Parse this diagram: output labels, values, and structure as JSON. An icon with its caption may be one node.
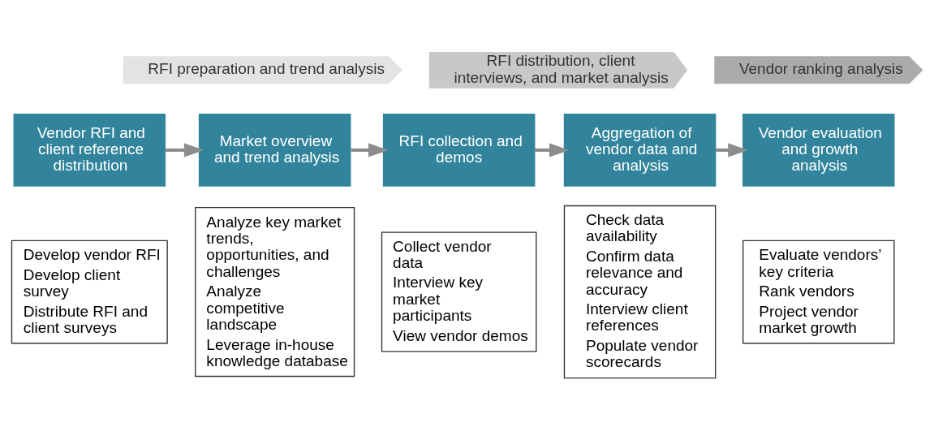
{
  "diagram": {
    "nodes": [
      {
        "text": [
          "RFI preparation and trend analysis"
        ]
      },
      {
        "text": [
          "RFI distribution, client interviews, and market analysis"
        ]
      },
      {
        "text": [
          "Vendor ranking analysis"
        ]
      },
      {
        "text": [
          "Vendor RFI and client reference distribution"
        ]
      },
      {
        "text": [
          "Develop vendor RFI",
          "Develop client survey",
          "Distribute RFI and client surveys"
        ]
      },
      {
        "text": [
          "Market overview and trend analysis"
        ]
      },
      {
        "text": [
          "Analyze key market trends, opportunities, and challenges",
          "Analyze competitive landscape",
          "Leverage in-house knowledge database"
        ]
      },
      {
        "text": [
          "RFI collection and demos"
        ]
      },
      {
        "text": [
          "Collect vendor data",
          "Interview key market participants",
          "View vendor demos"
        ]
      },
      {
        "text": [
          "Aggregation of vendor data and analysis"
        ]
      },
      {
        "text": [
          "Check data availability",
          "Confirm data relevance and accuracy",
          "Interview client references",
          "Populate vendor scorecards"
        ]
      },
      {
        "text": [
          "Vendor evaluation and growth analysis"
        ]
      },
      {
        "text": [
          "Evaluate vendors’ key criteria",
          "Rank vendors",
          "Project vendor market growth"
        ]
      }
    ],
    "edges": [
      {
        "from": 3,
        "to": 5,
        "arrow": "to"
      },
      {
        "from": 5,
        "to": 7,
        "arrow": "to"
      },
      {
        "from": 7,
        "to": 9,
        "arrow": "to"
      },
      {
        "from": 9,
        "to": 11,
        "arrow": "to"
      }
    ]
  }
}
